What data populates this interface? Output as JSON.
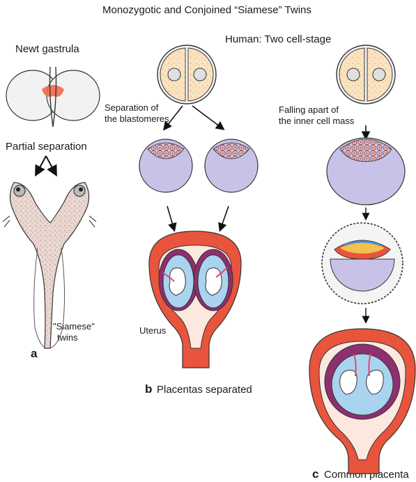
{
  "title": "Monozygotic and Conjoined “Siamese” Twins",
  "panel_a": {
    "heading": "Newt gastrula",
    "step": "Partial separation",
    "twins_line1": "\"Siamese\"",
    "twins_line2": "twins",
    "letter": "a"
  },
  "panel_b": {
    "heading": "Human: Two cell-stage",
    "step_line1": "Separation of",
    "step_line2": "the blastomeres",
    "uterus": "Uterus",
    "letter": "b",
    "caption": "Placentas separated"
  },
  "panel_c": {
    "step_line1": "Falling apart of",
    "step_line2": "the inner cell mass",
    "letter": "c",
    "caption": "Common placenta"
  },
  "colors": {
    "uterus": "#e8553c",
    "placenta": "#8e2f6f",
    "amnion": "#a9d3ef",
    "cell": "#fbe3c0",
    "blastocyst": "#c9c2e8"
  }
}
